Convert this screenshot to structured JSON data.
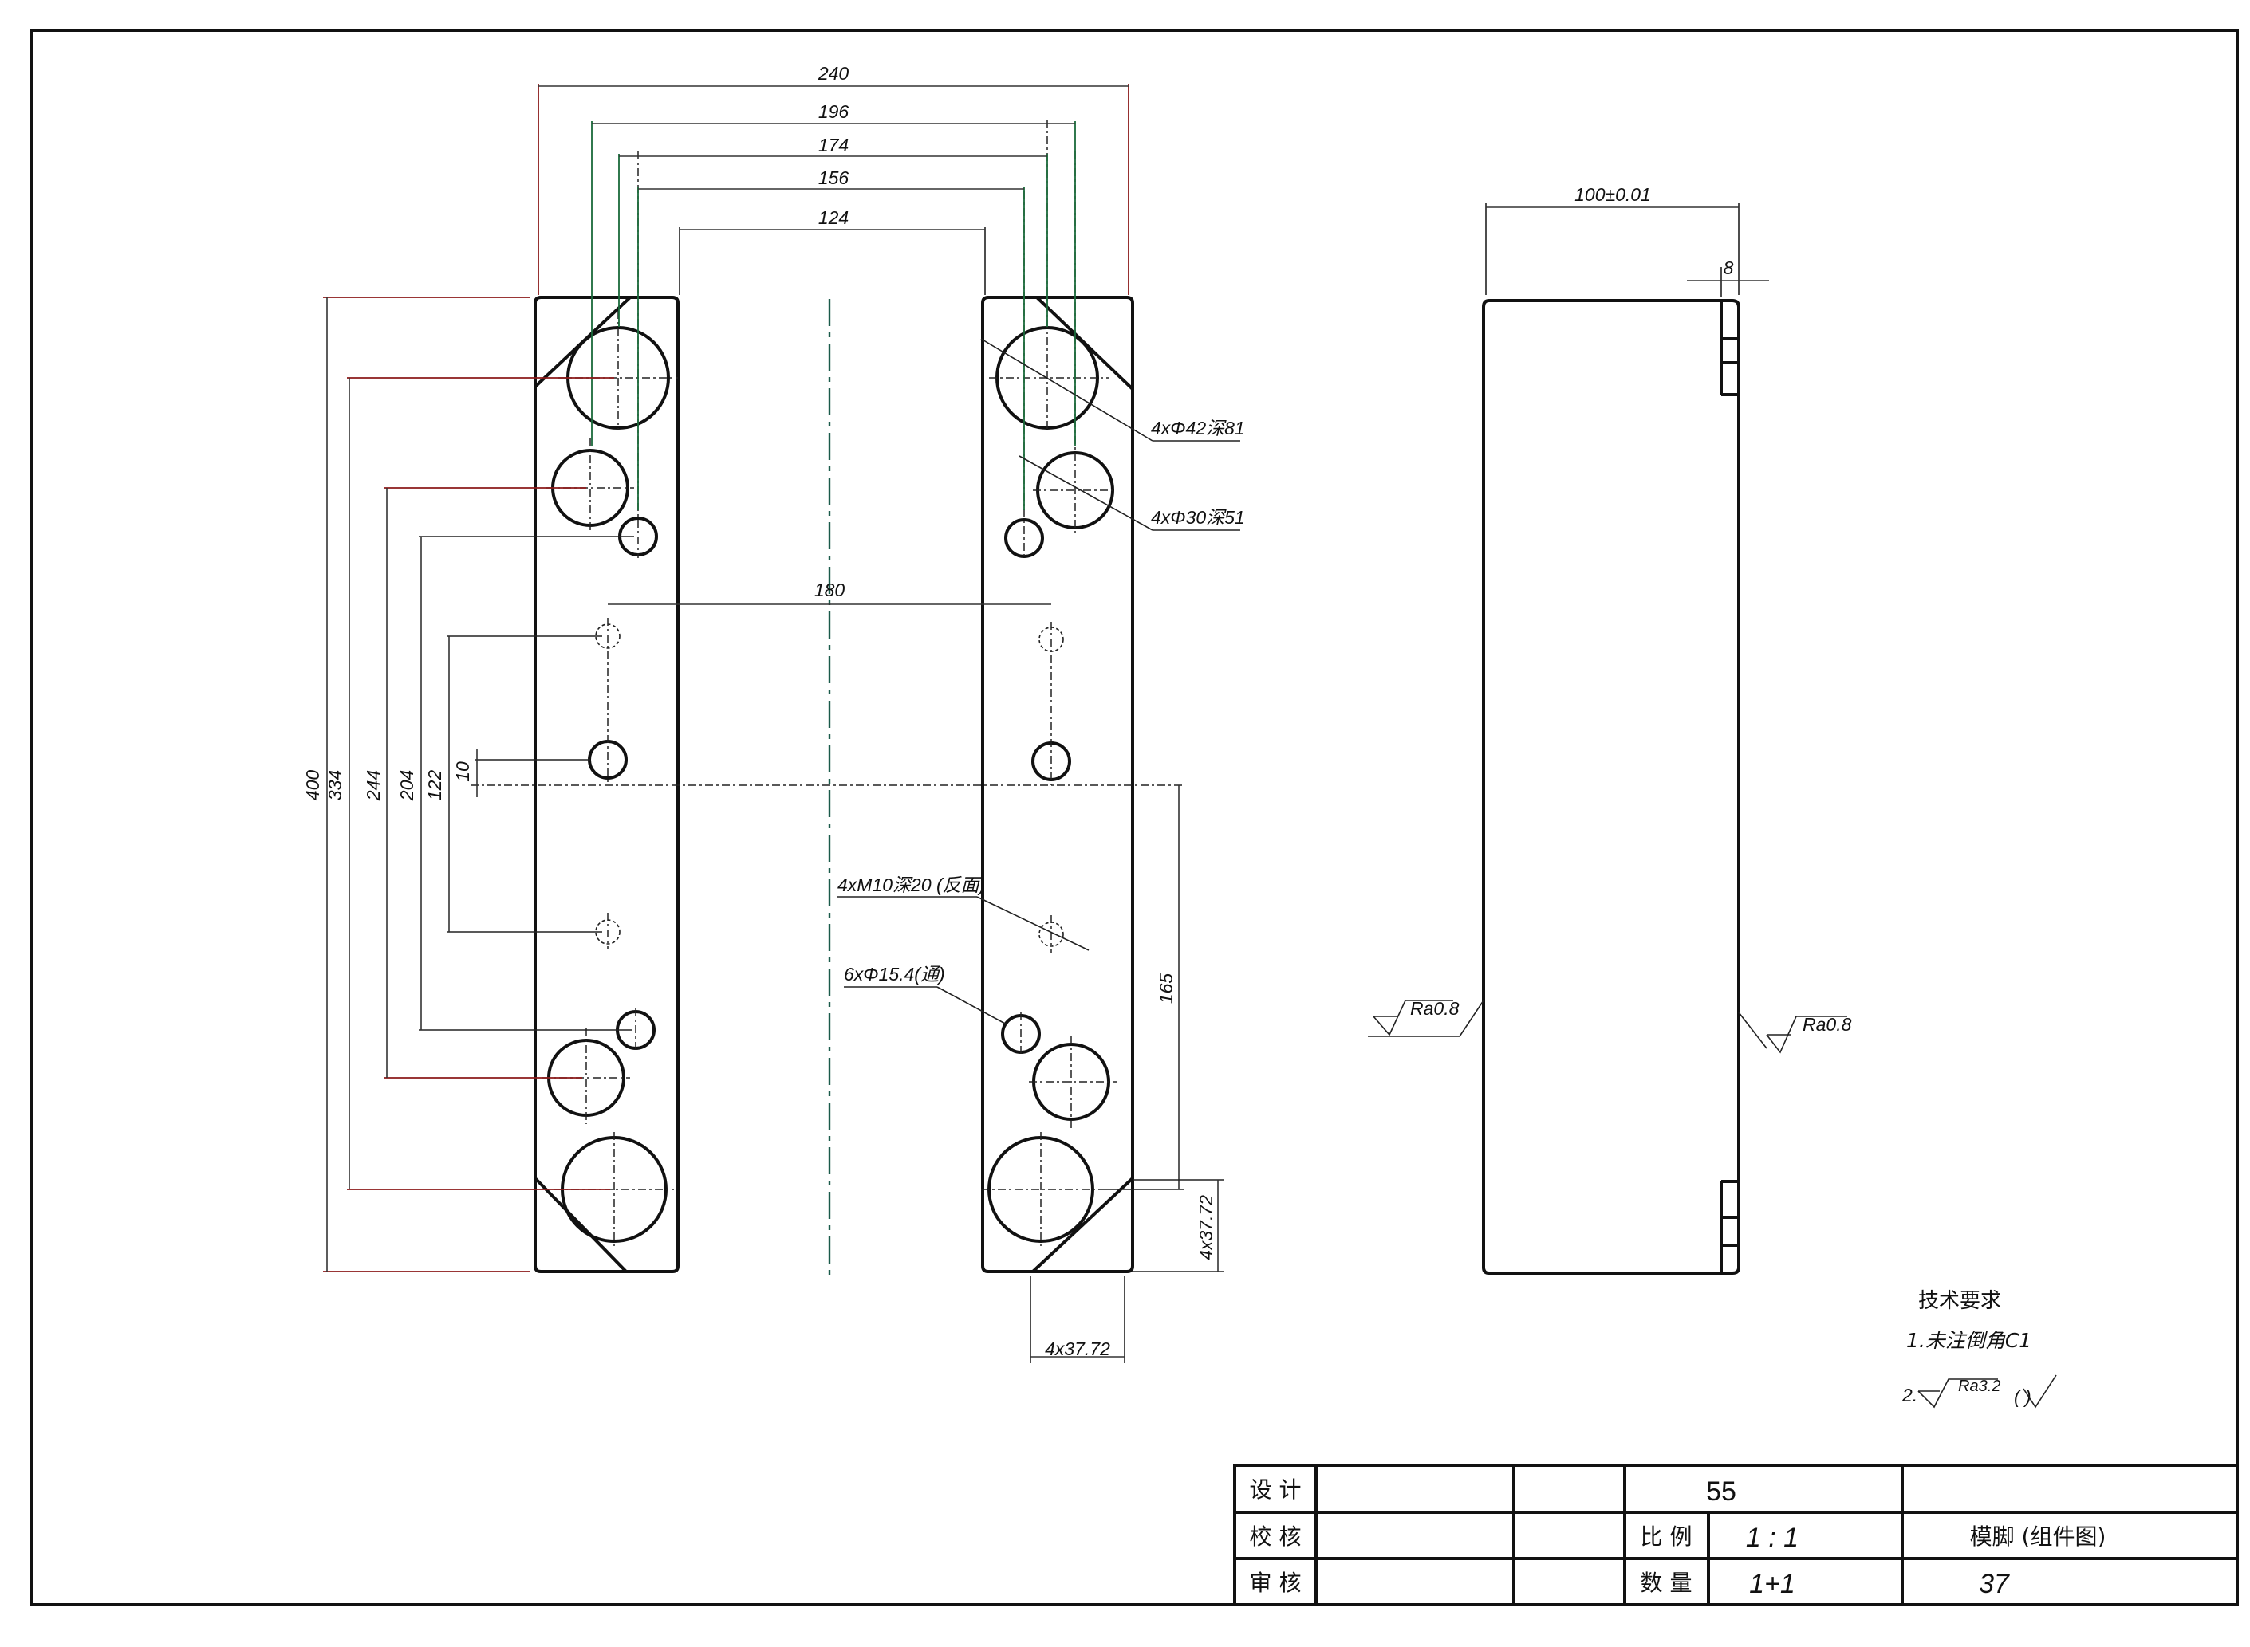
{
  "dimensions": {
    "width_240": "240",
    "width_196": "196",
    "width_174": "174",
    "width_156": "156",
    "width_124": "124",
    "width_180": "180",
    "height_400": "400",
    "height_334": "334",
    "height_244": "244",
    "height_204": "204",
    "height_122": "122",
    "offset_10": "10",
    "height_165": "165",
    "chamfer_vertical": "4x37.72",
    "chamfer_horizontal": "4x37.72",
    "side_width": "100±0.01",
    "side_step": "8"
  },
  "callouts": {
    "counterbore_42": "4xΦ42深81",
    "counterbore_30": "4xΦ30深51",
    "thread_m10": "4xM10深20 (反面)",
    "through_15_4": "6xΦ15.4(通)"
  },
  "roughness": {
    "left_face": "Ra0.8",
    "right_face": "Ra0.8",
    "general": "Ra3.2"
  },
  "technical_requirements": {
    "title": "技术要求",
    "item1": "1.未注倒角C1",
    "item2_prefix": "2.",
    "item2_suffix": "( )"
  },
  "title_block": {
    "design_label": "设  计",
    "check_label": "校  核",
    "review_label": "审  核",
    "part_number": "55",
    "scale_label": "比  例",
    "scale_value": "1 : 1",
    "quantity_label": "数  量",
    "quantity_value": "1+1",
    "part_name": "模脚 (组件图)",
    "sheet_number": "37"
  }
}
